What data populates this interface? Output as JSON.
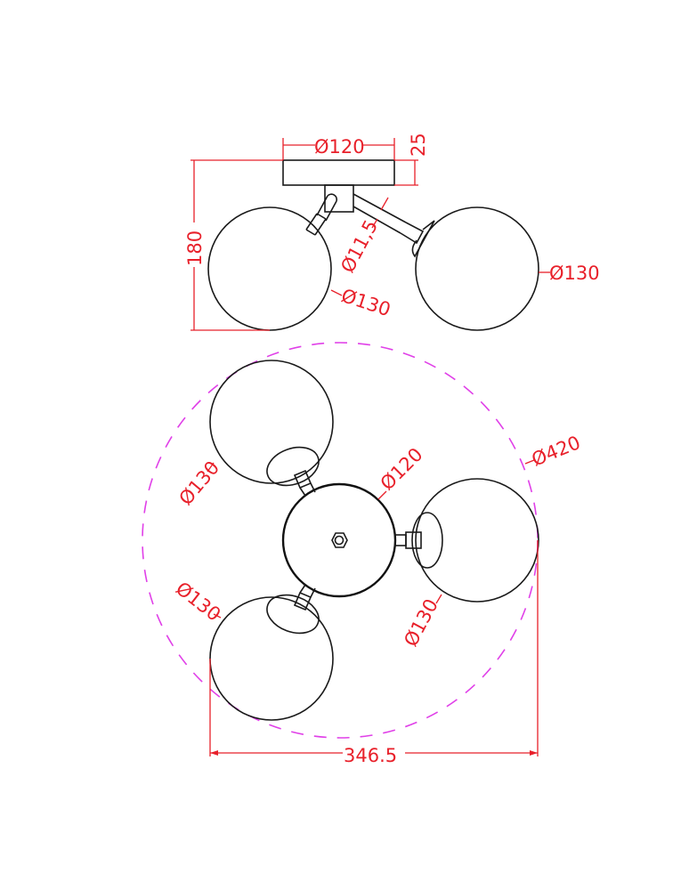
{
  "drawing": {
    "title": "Three-globe ceiling light dimensional drawing",
    "units": "mm",
    "colors": {
      "outline": "#1a1a1a",
      "dimension": "#e8202a",
      "reference_circle": "#e040e8",
      "background": "#ffffff"
    }
  },
  "side_view": {
    "canopy_diameter": "Ø120",
    "canopy_height": "25",
    "overall_height": "180",
    "arm_diameter": "Ø11,5",
    "left_globe_diameter": "Ø130",
    "right_globe_diameter": "Ø130"
  },
  "top_view": {
    "canopy_diameter": "Ø120",
    "span_circle_diameter": "Ø420",
    "globe_top_left": "Ø130",
    "globe_bottom_left": "Ø130",
    "globe_right": "Ø130",
    "overall_width": "346.5"
  }
}
